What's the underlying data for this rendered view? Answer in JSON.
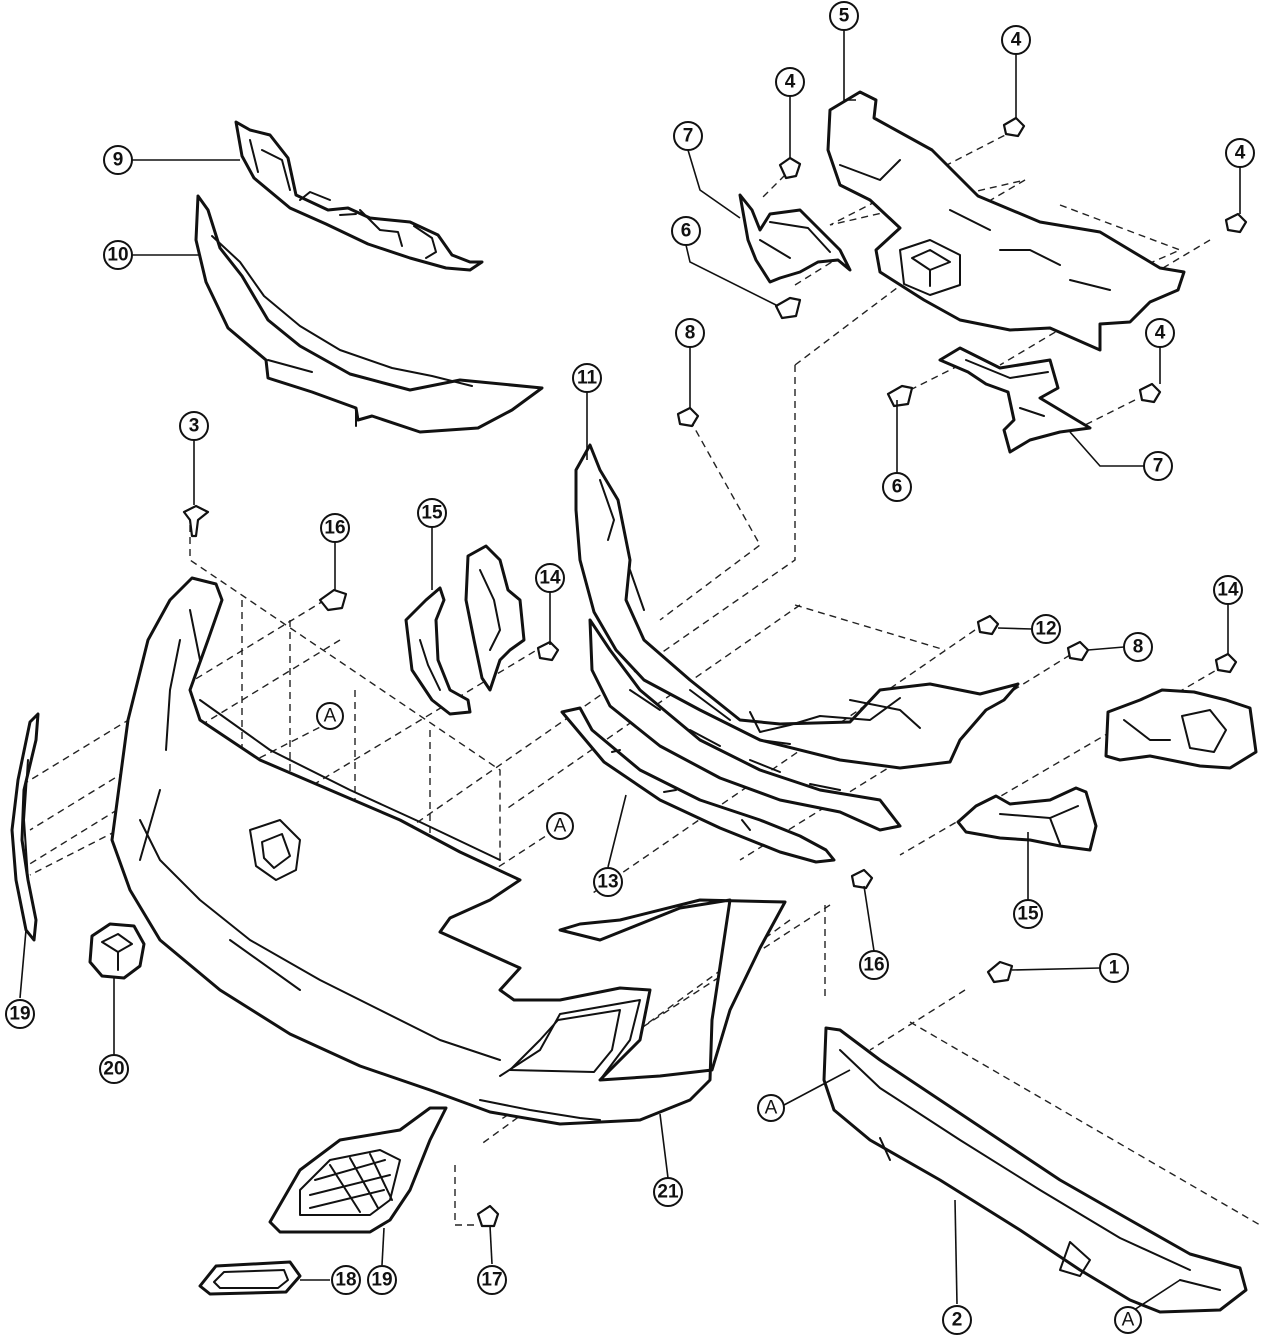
{
  "callouts": {
    "c1": "1",
    "c2": "2",
    "c3": "3",
    "c4a": "4",
    "c4b": "4",
    "c4c": "4",
    "c4d": "4",
    "c5": "5",
    "c6a": "6",
    "c6b": "6",
    "c7a": "7",
    "c7b": "7",
    "c8a": "8",
    "c8b": "8",
    "c9": "9",
    "c10": "10",
    "c11": "11",
    "c12": "12",
    "c13": "13",
    "c14a": "14",
    "c14b": "14",
    "c15a": "15",
    "c15b": "15",
    "c16a": "16",
    "c16b": "16",
    "c17": "17",
    "c18": "18",
    "c19a": "19",
    "c19b": "19",
    "c20": "20",
    "c21": "21"
  },
  "references": {
    "ra": "A",
    "rb": "A",
    "rc": "A",
    "rd": "A"
  },
  "colors": {
    "line": "#111111",
    "background": "#ffffff"
  }
}
